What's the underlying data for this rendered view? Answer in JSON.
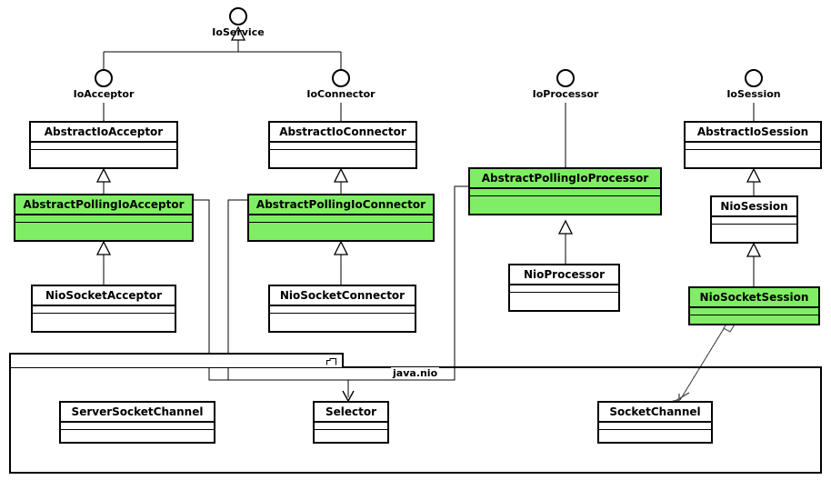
{
  "diagram": {
    "title": "Apache MINA NIO transport class diagram",
    "type": "uml-class-diagram",
    "background": "#ffffff",
    "highlight_color": "#80EE64",
    "line_color": "#000000"
  },
  "interfaces": [
    {
      "id": "IoService",
      "label": "IoService"
    },
    {
      "id": "IoAcceptor",
      "label": "IoAcceptor"
    },
    {
      "id": "IoConnector",
      "label": "IoConnector"
    },
    {
      "id": "IoProcessor",
      "label": "IoProcessor"
    },
    {
      "id": "IoSession",
      "label": "IoSession"
    }
  ],
  "classes": [
    {
      "id": "AbstractIoAcceptor",
      "label": "AbstractIoAcceptor",
      "highlighted": false
    },
    {
      "id": "AbstractIoConnector",
      "label": "AbstractIoConnector",
      "highlighted": false
    },
    {
      "id": "AbstractPollingIoAcceptor",
      "label": "AbstractPollingIoAcceptor",
      "highlighted": true
    },
    {
      "id": "AbstractPollingIoConnector",
      "label": "AbstractPollingIoConnector",
      "highlighted": true
    },
    {
      "id": "AbstractPollingIoProcessor",
      "label": "AbstractPollingIoProcessor",
      "highlighted": true
    },
    {
      "id": "AbstractIoSession",
      "label": "AbstractIoSession",
      "highlighted": false
    },
    {
      "id": "NioSession",
      "label": "NioSession",
      "highlighted": false
    },
    {
      "id": "NioSocketAcceptor",
      "label": "NioSocketAcceptor",
      "highlighted": false
    },
    {
      "id": "NioSocketConnector",
      "label": "NioSocketConnector",
      "highlighted": false
    },
    {
      "id": "NioProcessor",
      "label": "NioProcessor",
      "highlighted": false
    },
    {
      "id": "NioSocketSession",
      "label": "NioSocketSession",
      "highlighted": true
    },
    {
      "id": "ServerSocketChannel",
      "label": "ServerSocketChannel",
      "highlighted": false
    },
    {
      "id": "Selector",
      "label": "Selector",
      "highlighted": false
    },
    {
      "id": "SocketChannel",
      "label": "SocketChannel",
      "highlighted": false
    }
  ],
  "package": {
    "label": "java.nio",
    "contains": [
      "ServerSocketChannel",
      "Selector",
      "SocketChannel"
    ]
  },
  "relationships": [
    {
      "from": "IoAcceptor",
      "to": "IoService",
      "kind": "generalization"
    },
    {
      "from": "IoConnector",
      "to": "IoService",
      "kind": "generalization"
    },
    {
      "from": "AbstractIoAcceptor",
      "to": "IoAcceptor",
      "kind": "realization"
    },
    {
      "from": "AbstractIoConnector",
      "to": "IoConnector",
      "kind": "realization"
    },
    {
      "from": "AbstractPollingIoProcessor",
      "to": "IoProcessor",
      "kind": "realization"
    },
    {
      "from": "AbstractIoSession",
      "to": "IoSession",
      "kind": "realization"
    },
    {
      "from": "AbstractPollingIoAcceptor",
      "to": "AbstractIoAcceptor",
      "kind": "generalization"
    },
    {
      "from": "AbstractPollingIoConnector",
      "to": "AbstractIoConnector",
      "kind": "generalization"
    },
    {
      "from": "NioSocketAcceptor",
      "to": "AbstractPollingIoAcceptor",
      "kind": "generalization"
    },
    {
      "from": "NioSocketConnector",
      "to": "AbstractPollingIoConnector",
      "kind": "generalization"
    },
    {
      "from": "NioProcessor",
      "to": "AbstractPollingIoProcessor",
      "kind": "generalization"
    },
    {
      "from": "NioSession",
      "to": "AbstractIoSession",
      "kind": "generalization"
    },
    {
      "from": "NioSocketSession",
      "to": "NioSession",
      "kind": "generalization"
    },
    {
      "from": "AbstractPollingIoAcceptor",
      "to": "Selector",
      "kind": "association"
    },
    {
      "from": "AbstractPollingIoConnector",
      "to": "Selector",
      "kind": "association"
    },
    {
      "from": "AbstractPollingIoProcessor",
      "to": "Selector",
      "kind": "association"
    },
    {
      "from": "NioSocketSession",
      "to": "SocketChannel",
      "kind": "aggregation"
    }
  ]
}
